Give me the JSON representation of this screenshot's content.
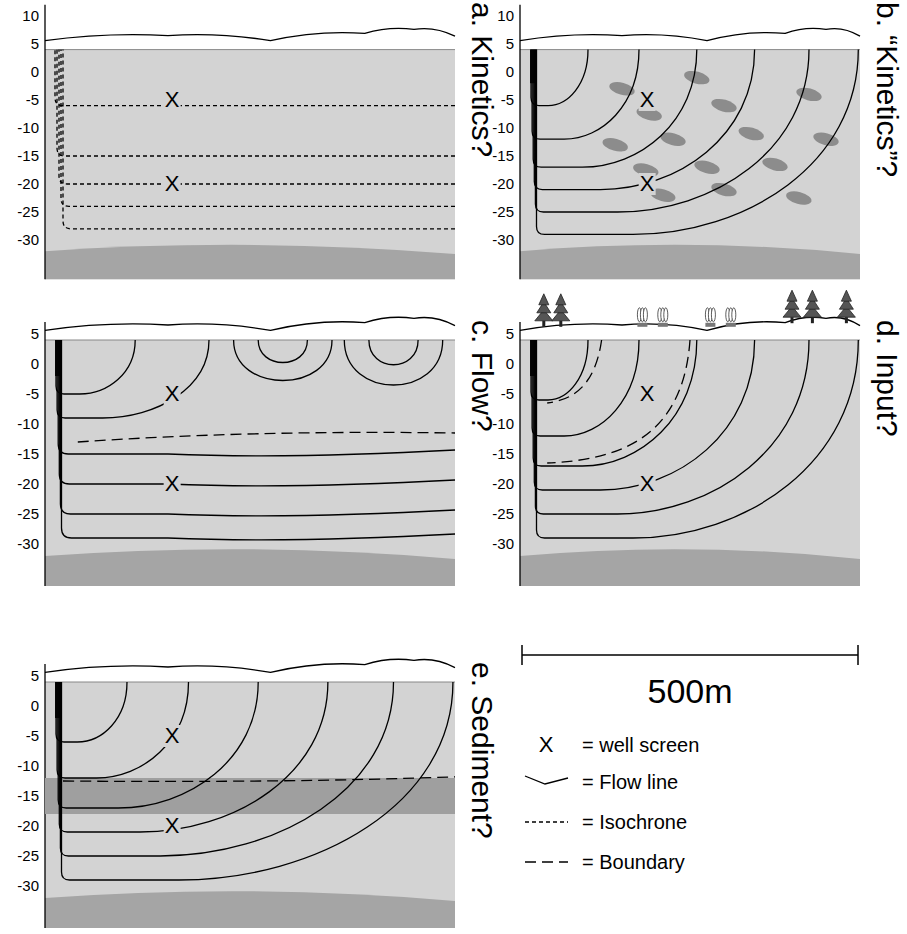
{
  "diagram": {
    "labels": [
      "10",
      "5",
      "0",
      "-5",
      "-10",
      "-15",
      "-20",
      "-25",
      "-30",
      "X",
      "X",
      "a. Kinetics?",
      "10",
      "5",
      "0",
      "-5",
      "-10",
      "-15",
      "-20",
      "-25",
      "-30",
      "X",
      "X",
      "b. “Kinetics”?",
      "5",
      "0",
      "-5",
      "-10",
      "-15",
      "-20",
      "-25",
      "-30",
      "X",
      "X",
      "c. Flow?",
      "5",
      "0",
      "-5",
      "-10",
      "-15",
      "-20",
      "-25",
      "-30",
      "X",
      "X",
      "d. Input?",
      "5",
      "0",
      "-5",
      "-10",
      "-15",
      "-20",
      "-25",
      "-30",
      "X",
      "X",
      "e. Sediment?",
      "500m",
      "X"
    ],
    "legend": [
      {
        "text": "= well screen"
      },
      {
        "text": "= Flow line"
      },
      {
        "text": "= Isochrone"
      },
      {
        "text": "= Boundary"
      }
    ]
  }
}
